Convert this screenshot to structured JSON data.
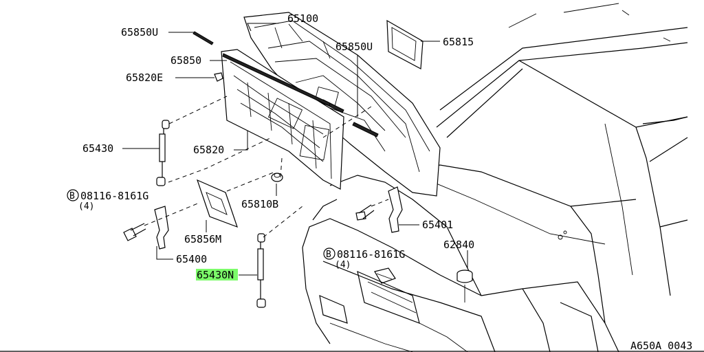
{
  "diagram_id": "A650A 0043",
  "highlight_color": "#7CFC6A",
  "labels": {
    "p65100": "65100",
    "p65850U_left": "65850U",
    "p65850U_right": "65850U",
    "p65815": "65815",
    "p65850": "65850",
    "p65820E": "65820E",
    "p65430": "65430",
    "p65820": "65820",
    "bolt_left": "08116-8161G",
    "bolt_left_qty": "(4)",
    "p65810B": "65810B",
    "p65401": "65401",
    "p62840": "62840",
    "p65856M": "65856M",
    "bolt_right": "08116-8161G",
    "bolt_right_qty": "(4)",
    "p65400": "65400",
    "p65430N": "65430N"
  },
  "bolt_symbol": "B"
}
